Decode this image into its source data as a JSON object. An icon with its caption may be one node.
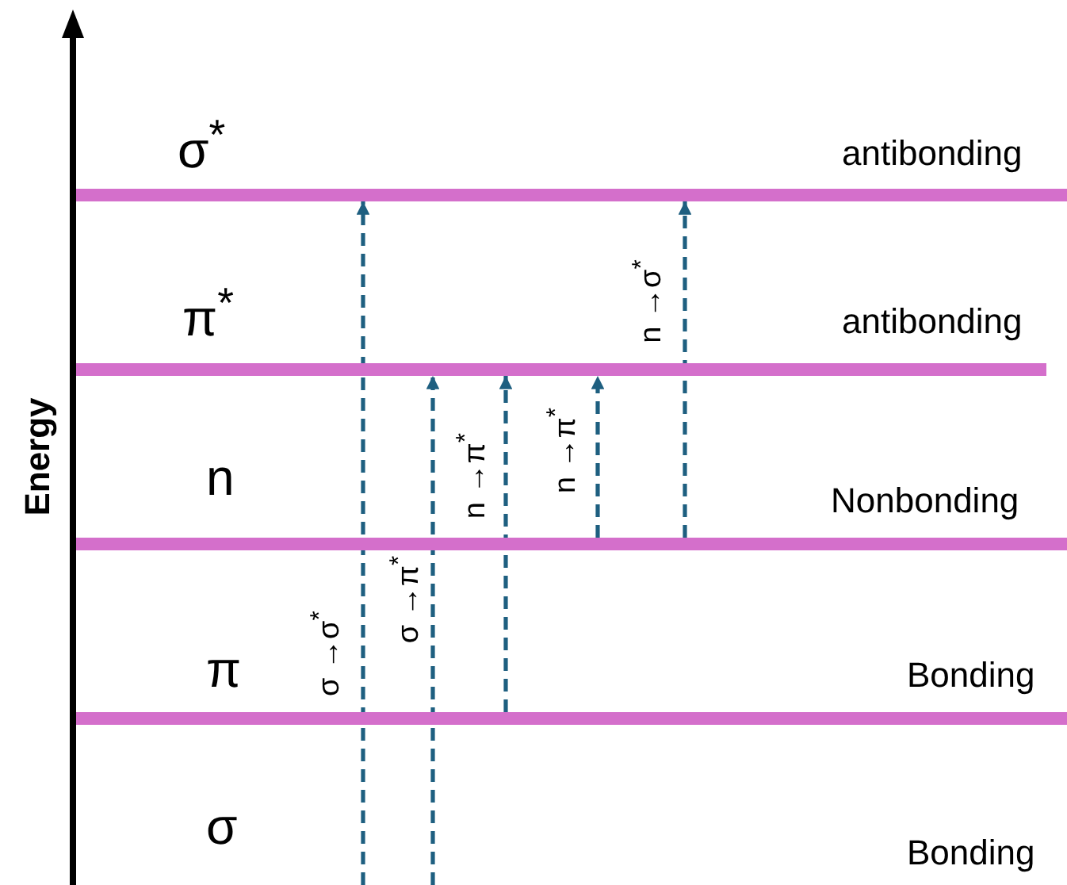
{
  "diagram": {
    "nodes": [
      {
        "text": [],
        "shape": "bar"
      },
      {
        "text": [],
        "shape": "bar"
      },
      {
        "text": [],
        "shape": "bar"
      },
      {
        "text": [],
        "shape": "bar"
      }
    ],
    "edges": [
      {
        "from": null,
        "to": 0,
        "arrow": "to",
        "label": "σ →σ$^{*}$",
        "style": "dashed"
      },
      {
        "from": null,
        "to": 1,
        "arrow": "to",
        "label": "σ →π$^{*}$",
        "style": "dashed"
      },
      {
        "from": 3,
        "to": 1,
        "arrow": "to",
        "label": "n →π$^{*}$",
        "style": "dashed"
      },
      {
        "from": 2,
        "to": 1,
        "arrow": "to",
        "label": "n →π$^{*}$",
        "style": "dashed"
      },
      {
        "from": 2,
        "to": 0,
        "arrow": "to",
        "label": "n →σ$^{*}$",
        "style": "dashed"
      }
    ],
    "labels": [
      "σ$^{*}$",
      "antibonding",
      "π$^{*}$",
      "antibonding",
      "Energy",
      "n",
      "Nonbonding",
      "π",
      "Bonding",
      "σ",
      "Bonding"
    ]
  }
}
